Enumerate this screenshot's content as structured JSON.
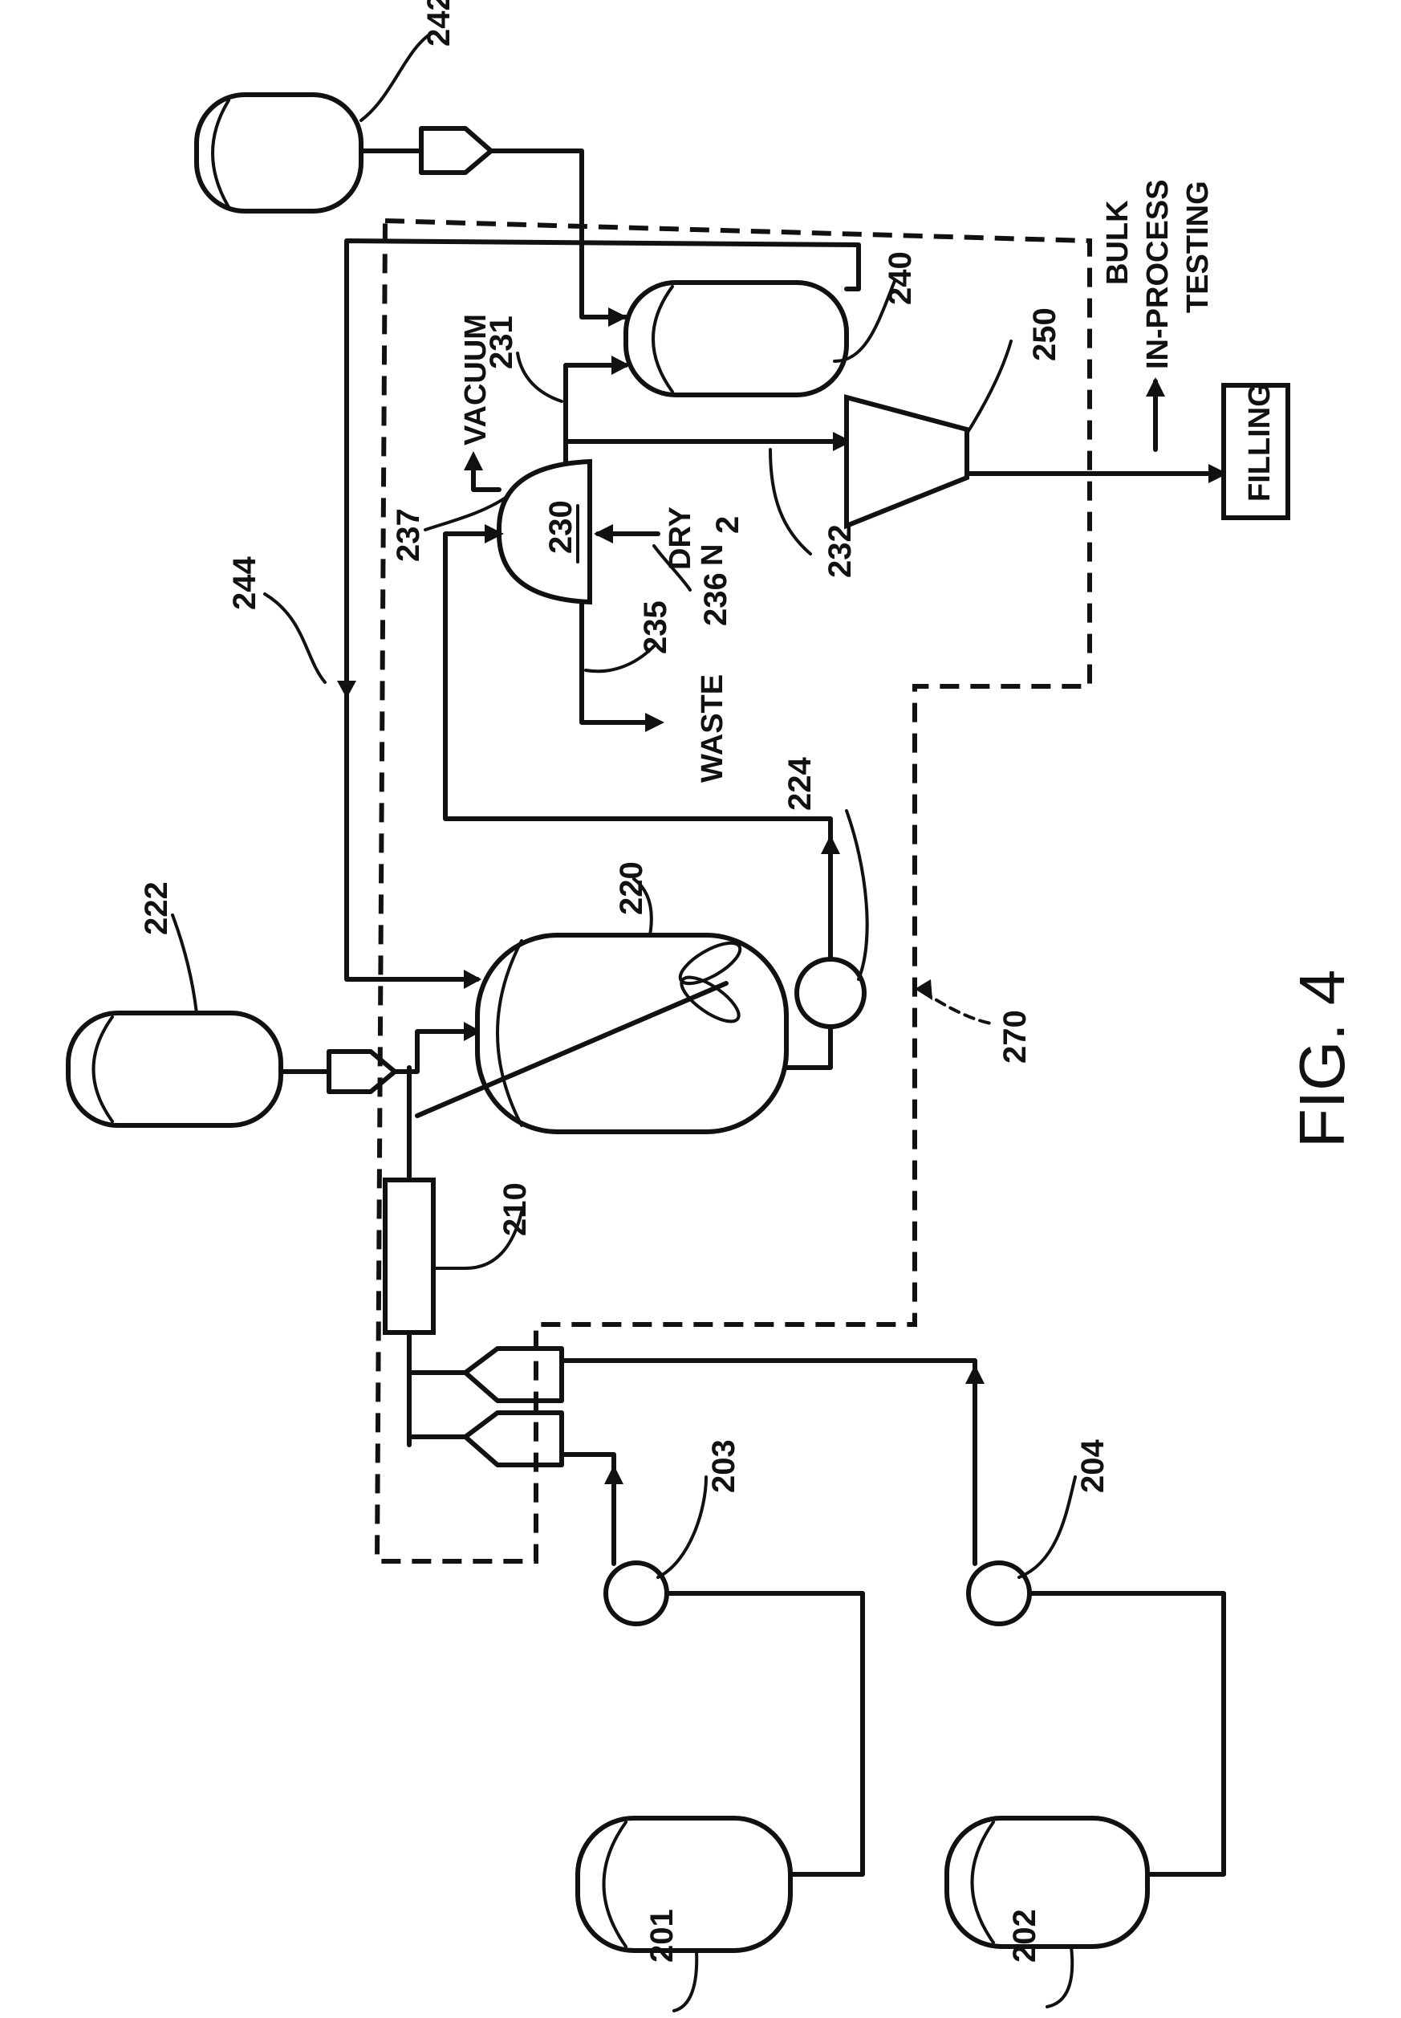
{
  "figure": {
    "caption": "FIG. 4",
    "labels": {
      "l201": "201",
      "l202": "202",
      "l203": "203",
      "l204": "204",
      "l210": "210",
      "l220": "220",
      "l222": "222",
      "l224": "224",
      "l230": "230",
      "l231": "231",
      "l232": "232",
      "l235": "235",
      "l236": "236",
      "l237": "237",
      "l240": "240",
      "l242": "242",
      "l244": "244",
      "l250": "250",
      "l270": "270"
    },
    "words": {
      "vacuum": "VACUUM",
      "waste": "WASTE",
      "dry": "DRY",
      "n2": "N",
      "n2_sub": "2",
      "filling": "FILLING",
      "bulk": "BULK",
      "in_process": "IN-PROCESS",
      "testing": "TESTING"
    }
  }
}
